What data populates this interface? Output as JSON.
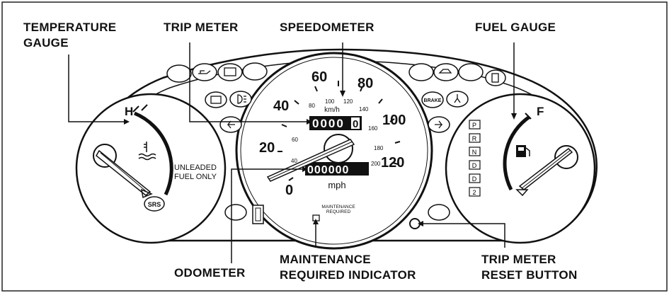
{
  "callouts": {
    "temperature_gauge": [
      "TEMPERATURE",
      "GAUGE"
    ],
    "trip_meter": "TRIP METER",
    "speedometer": "SPEEDOMETER",
    "fuel_gauge": "FUEL GAUGE",
    "odometer": "ODOMETER",
    "maintenance_indicator": [
      "MAINTENANCE",
      "REQUIRED INDICATOR"
    ],
    "trip_reset_button": [
      "TRIP METER",
      "RESET BUTTON"
    ]
  },
  "speedometer": {
    "mph_labels": [
      "0",
      "20",
      "40",
      "60",
      "80",
      "100",
      "120"
    ],
    "kmh_labels": [
      "40",
      "60",
      "80",
      "100",
      "120",
      "140",
      "160",
      "180",
      "200"
    ],
    "kmh_unit": "km/h",
    "mph_unit": "mph",
    "trip_reading": "0000",
    "trip_tenths": "0",
    "odometer_reading": "000000",
    "maintenance_text": [
      "MAINTENANCE",
      "REQUIRED"
    ]
  },
  "temperature": {
    "hot_label": "H",
    "fuel_note": [
      "UNLEADED",
      "FUEL ONLY"
    ],
    "srs_label": "SRS"
  },
  "fuel": {
    "full_label": "F",
    "gear_positions": [
      "P",
      "R",
      "N",
      "D",
      "D",
      "2"
    ]
  },
  "indicators": {
    "brake_label": "BRAKE"
  }
}
